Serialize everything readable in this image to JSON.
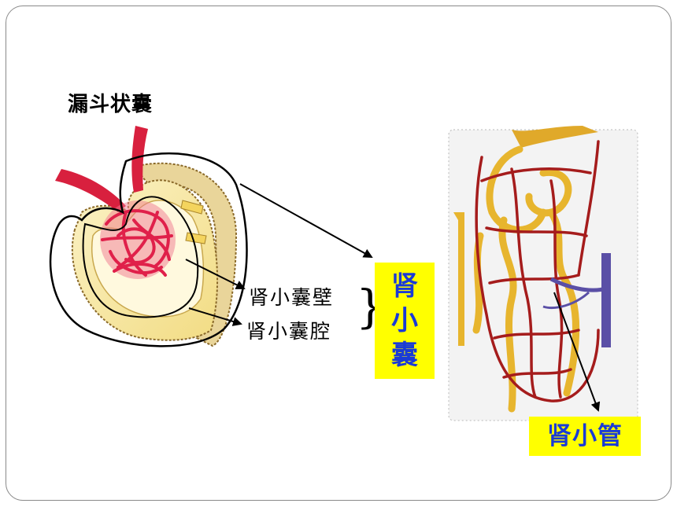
{
  "title": "漏斗状囊",
  "labels": {
    "capsule_wall": "肾小囊壁",
    "capsule_cavity": "肾小囊腔"
  },
  "brace": "}",
  "capsule_box": {
    "chars": [
      "肾",
      "小",
      "囊"
    ]
  },
  "tubule_box": {
    "text": "肾小管"
  },
  "colors": {
    "highlight_box": "#ffff00",
    "box_text": "#1a3bd6",
    "capillary": "#e0204a",
    "capsule_fill": "#f7e7a0",
    "artery": "#a51c1c",
    "tubule": "#e7b52e",
    "vein": "#5a4fa6"
  }
}
